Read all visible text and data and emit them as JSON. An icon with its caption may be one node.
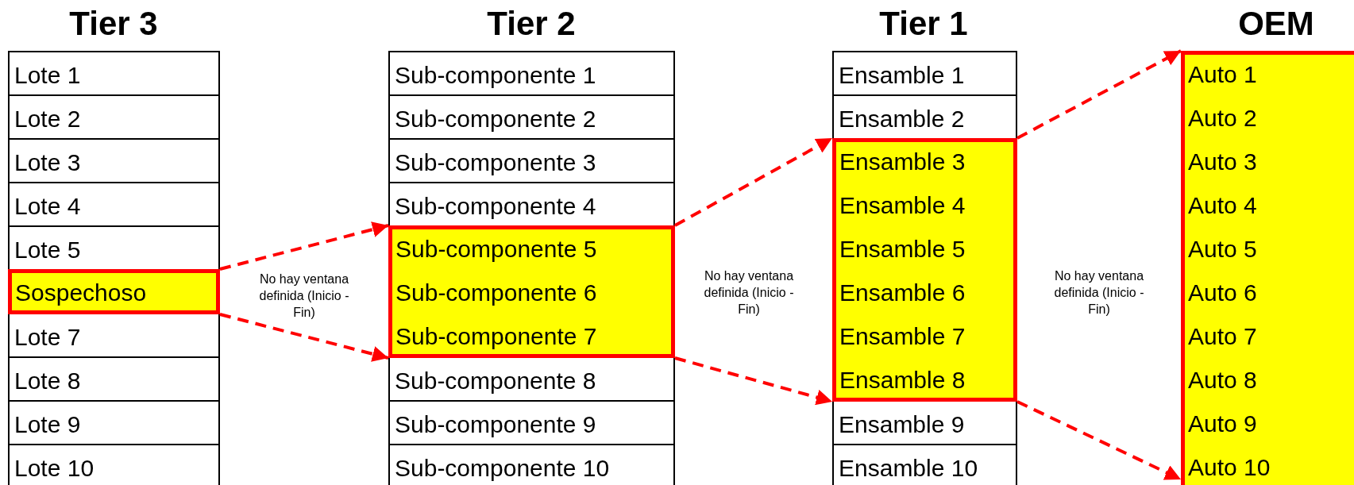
{
  "diagram": {
    "nodes": [
      {
        "text": [
          "Lote 1"
        ]
      },
      {
        "text": [
          "Lote 2"
        ]
      },
      {
        "text": [
          "Lote 3"
        ]
      },
      {
        "text": [
          "Lote 4"
        ]
      },
      {
        "text": [
          "Lote 5"
        ]
      },
      {
        "text": [],
        "shape": "box"
      },
      {
        "text": [
          "Sospechoso"
        ],
        "in": 5
      },
      {
        "text": [
          "Lote 7"
        ]
      },
      {
        "text": [
          "Lote 8"
        ]
      },
      {
        "text": [
          "Lote 9"
        ]
      },
      {
        "text": [
          "Lote 10"
        ]
      },
      {
        "text": [
          "Sub-componente 1"
        ]
      },
      {
        "text": [
          "Sub-componente 2"
        ]
      },
      {
        "text": [
          "Sub-componente 3"
        ]
      },
      {
        "text": [
          "Sub-componente 4"
        ]
      },
      {
        "text": [],
        "shape": "box"
      },
      {
        "text": [
          "Sub-componente 5"
        ],
        "in": 15
      },
      {
        "text": [
          "Sub-componente 6"
        ],
        "in": 15
      },
      {
        "text": [
          "Sub-componente 7"
        ],
        "in": 15
      },
      {
        "text": [
          "Sub-componente 8"
        ]
      },
      {
        "text": [
          "Sub-componente 9"
        ]
      },
      {
        "text": [
          "Sub-componente 10"
        ]
      },
      {
        "text": [
          "Ensamble 1"
        ]
      },
      {
        "text": [
          "Ensamble 2"
        ]
      },
      {
        "text": [],
        "shape": "box"
      },
      {
        "text": [
          "Ensamble 3"
        ],
        "in": 24
      },
      {
        "text": [
          "Ensamble 4"
        ],
        "in": 24
      },
      {
        "text": [
          "Ensamble 5"
        ],
        "in": 24
      },
      {
        "text": [
          "Ensamble 6"
        ],
        "in": 24
      },
      {
        "text": [
          "Ensamble 7"
        ],
        "in": 24
      },
      {
        "text": [
          "Ensamble 8"
        ],
        "in": 24
      },
      {
        "text": [
          "Ensamble 9"
        ]
      },
      {
        "text": [
          "Ensamble 10"
        ]
      },
      {
        "text": [],
        "shape": "box"
      },
      {
        "text": [
          "Auto 1"
        ],
        "in": 33
      },
      {
        "text": [
          "Auto 2"
        ],
        "in": 33
      },
      {
        "text": [
          "Auto 3"
        ],
        "in": 33
      },
      {
        "text": [
          "Auto 4"
        ],
        "in": 33
      },
      {
        "text": [
          "Auto 5"
        ],
        "in": 33
      },
      {
        "text": [
          "Auto 6"
        ],
        "in": 33
      },
      {
        "text": [
          "Auto 7"
        ],
        "in": 33
      },
      {
        "text": [
          "Auto 8"
        ],
        "in": 33
      },
      {
        "text": [
          "Auto 9"
        ],
        "in": 33
      },
      {
        "text": [
          "Auto 10"
        ],
        "in": 33
      }
    ],
    "edges": [
      {
        "from": 5,
        "to": 15,
        "arrow": "to",
        "style": "dashed",
        "color": "#ff0000"
      },
      {
        "from": 5,
        "to": 15,
        "arrow": "to",
        "style": "dashed",
        "color": "#ff0000"
      },
      {
        "from": 15,
        "to": 24,
        "arrow": "to",
        "style": "dashed",
        "color": "#ff0000"
      },
      {
        "from": 15,
        "to": 24,
        "arrow": "to",
        "style": "dashed",
        "color": "#ff0000"
      },
      {
        "from": 24,
        "to": 33,
        "arrow": "to",
        "style": "dashed",
        "color": "#ff0000"
      },
      {
        "from": 24,
        "to": 33,
        "arrow": "to",
        "style": "dashed",
        "color": "#ff0000"
      }
    ],
    "labels": [
      "Tier 3",
      "Tier 2",
      "Tier 1",
      "OEM",
      "No hay ventana definida (Inicio - Fin)",
      "No hay ventana definida (Inicio - Fin)",
      "No hay ventana definida (Inicio - Fin)"
    ]
  }
}
